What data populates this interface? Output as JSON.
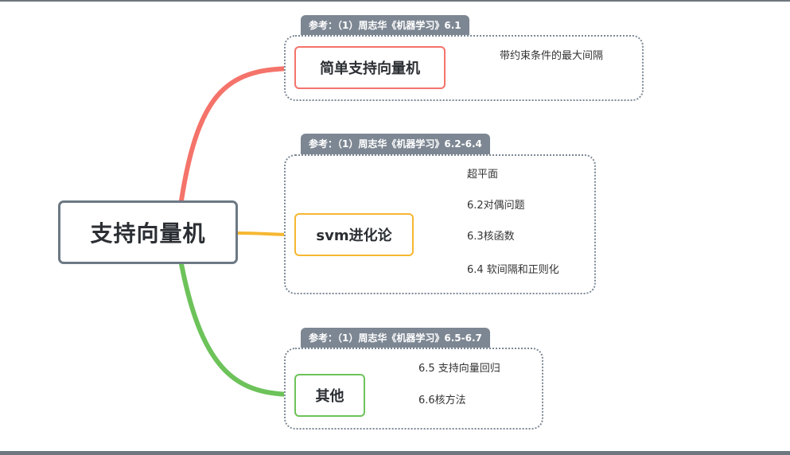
{
  "root": {
    "label": "支持向量机"
  },
  "branches": [
    {
      "label": "简单支持向量机",
      "reference": "参考：（1）周志华《机器学习》6.1",
      "color": "#f4736a",
      "children": [
        "带约束条件的最大间隔"
      ]
    },
    {
      "label": "svm进化论",
      "reference": "参考：（1）周志华《机器学习》6.2-6.4",
      "color": "#f6b731",
      "children": [
        "超平面",
        "6.2对偶问题",
        "6.3核函数",
        "6.4 软间隔和正则化"
      ]
    },
    {
      "label": "其他",
      "reference": "参考：（1）周志华《机器学习》6.5-6.7",
      "color": "#6dc35a",
      "children": [
        "6.5 支持向量回归",
        "6.6核方法"
      ]
    }
  ]
}
